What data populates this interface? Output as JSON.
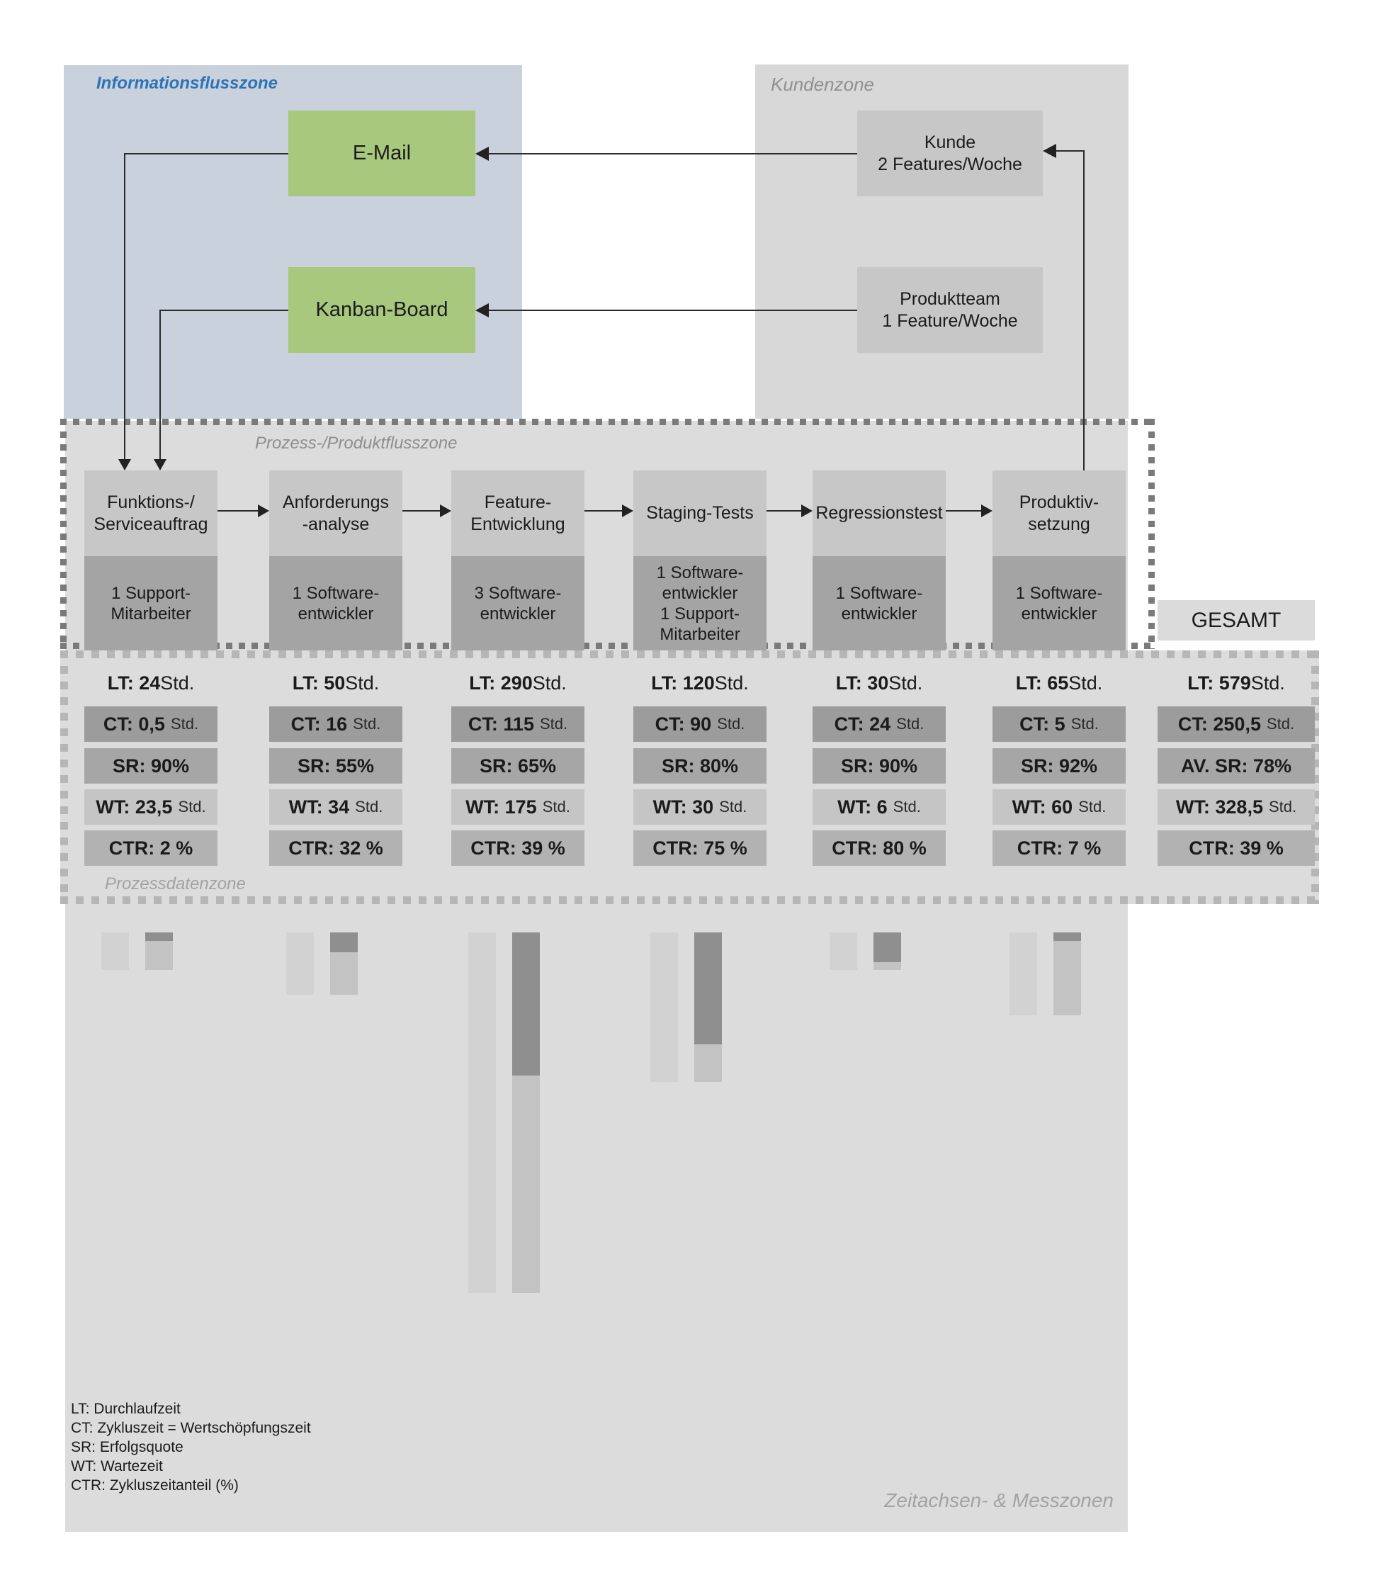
{
  "zones": {
    "information_flow": {
      "label": "Informationsflusszone",
      "color": "#c8d1dc",
      "label_color": "#2e74b5"
    },
    "customer": {
      "label": "Kundenzone",
      "color": "#d8d8d8"
    },
    "process_flow": {
      "label": "Prozess-/Produktflusszone"
    },
    "process_data": {
      "label": "Prozessdatenzone"
    },
    "timeline": {
      "label": "Zeitachsen- & Messzonen"
    }
  },
  "info_nodes": {
    "email": {
      "label": "E-Mail",
      "color": "#a8c87e"
    },
    "kanban": {
      "label": "Kanban-Board",
      "color": "#a8c87e"
    }
  },
  "customer_nodes": {
    "kunde": {
      "text": "Kunde\n2 Features/Woche"
    },
    "produktteam": {
      "text": "Produktteam\n1 Feature/Woche"
    }
  },
  "process_steps": [
    {
      "title": "Funktions-/\nServiceauftrag",
      "resources": "1 Support-\nMitarbeiter"
    },
    {
      "title": "Anforderungs\n-analyse",
      "resources": "1 Software-\nentwickler"
    },
    {
      "title": "Feature-\nEntwicklung",
      "resources": "3 Software-\nentwickler"
    },
    {
      "title": "Staging-Tests",
      "resources": "1 Software-\nentwickler\n1 Support-\nMitarbeiter"
    },
    {
      "title": "Regressionstest",
      "resources": "1 Software-\nentwickler"
    },
    {
      "title": "Produktiv-\nsetzung",
      "resources": "1 Software-\nentwickler"
    }
  ],
  "metric_labels": {
    "lt": "LT:",
    "ct": "CT:",
    "sr": "SR:",
    "wt": "WT:",
    "ctr": "CTR:",
    "avg_sr": "AV. SR:",
    "unit": "Std."
  },
  "metrics": [
    {
      "lt": "24",
      "ct": "0,5",
      "sr": "90%",
      "wt": "23,5",
      "ctr": "2 %"
    },
    {
      "lt": "50",
      "ct": "16",
      "sr": "55%",
      "wt": "34",
      "ctr": "32 %"
    },
    {
      "lt": "290",
      "ct": "115",
      "sr": "65%",
      "wt": "175",
      "ctr": "39 %"
    },
    {
      "lt": "120",
      "ct": "90",
      "sr": "80%",
      "wt": "30",
      "ctr": "75 %"
    },
    {
      "lt": "30",
      "ct": "24",
      "sr": "90%",
      "wt": "6",
      "ctr": "80 %"
    },
    {
      "lt": "65",
      "ct": "5",
      "sr": "92%",
      "wt": "60",
      "ctr": "7 %"
    }
  ],
  "total": {
    "header": "GESAMT",
    "lt": "579",
    "ct": "250,5",
    "sr": "78%",
    "wt": "328,5",
    "ctr": "39 %"
  },
  "legend": {
    "lines": "LT: Durchlaufzeit\nCT: Zykluszeit = Wertschöpfungszeit\nSR: Erfolgsquote\nWT: Wartezeit\nCTR: Zykluszeitanteil (%)"
  },
  "chart_data": {
    "type": "bar",
    "title": "Zeitachsen- & Messzonen",
    "unit": "Std.",
    "orientation": "vertical-downward-stacked",
    "series_legend": [
      "LT (faint bar)",
      "CT (dark segment)",
      "WT (light segment)"
    ],
    "bars": [
      {
        "name": "Funktions-/Serviceauftrag",
        "ct": 0.5,
        "wt": 23.5,
        "lt": 24
      },
      {
        "name": "Anforderungsanalyse",
        "ct": 16,
        "wt": 34,
        "lt": 50
      },
      {
        "name": "Feature-Entwicklung",
        "ct": 115,
        "wt": 175,
        "lt": 290
      },
      {
        "name": "Staging-Tests",
        "ct": 90,
        "wt": 30,
        "lt": 120
      },
      {
        "name": "Regressionstest",
        "ct": 24,
        "wt": 6,
        "lt": 30
      },
      {
        "name": "Produktivsetzung",
        "ct": 5,
        "wt": 60,
        "lt": 65
      }
    ],
    "total": {
      "name": "GESAMT",
      "ct": 250.5,
      "wt": 328.5,
      "lt": 579
    }
  }
}
